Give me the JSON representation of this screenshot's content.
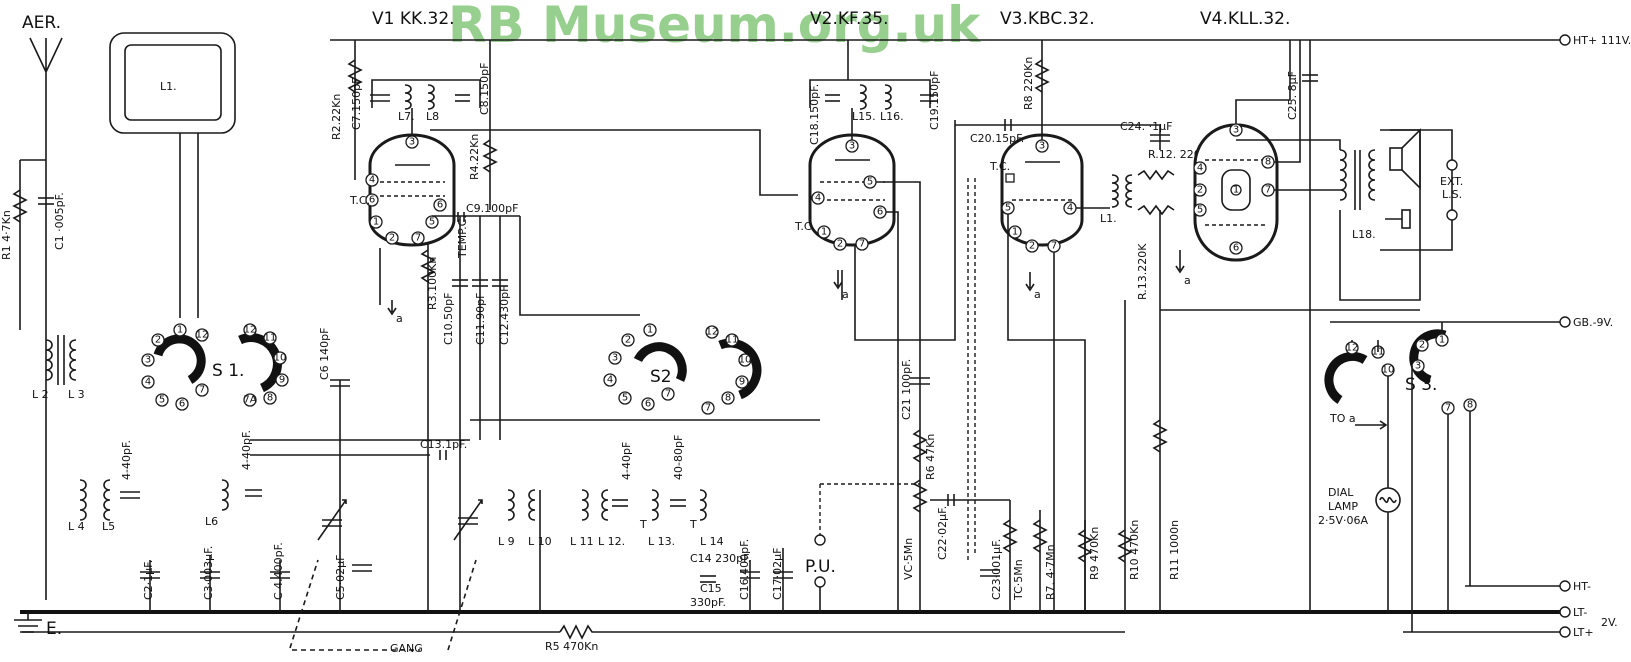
{
  "watermark": "RB Museum.org.uk",
  "valves": {
    "v1": "V1 KK.32.",
    "v2": "V2.KF.35.",
    "v3": "V3.KBC.32.",
    "v4": "V4.KLL.32."
  },
  "terminals": {
    "ht_plus": "HT+ 111V.",
    "gb": "GB.-9V.",
    "ht_minus": "HT-",
    "lt_minus": "LT-",
    "lt_plus": "LT+",
    "lt_voltage": "2V."
  },
  "labels": {
    "aer": "AER.",
    "earth": "E.",
    "gang": "GANG",
    "l1_frame": "L1.",
    "s1": "S 1.",
    "s2": "S2",
    "s3": "S 3.",
    "pu": "P.U.",
    "to_a": "TO a",
    "dial_lamp_1": "DIAL",
    "dial_lamp_2": "LAMP",
    "dial_lamp_3": "2·5V·06A",
    "ext_ls_1": "EXT.",
    "ext_ls_2": "L.S.",
    "l18": "L18.",
    "l1_out": "L1.",
    "tc1": "T.C.",
    "tc2": "T.C.",
    "tc3": "T.C.",
    "a1": "a",
    "a2": "a",
    "a3": "a",
    "a4": "a"
  },
  "components": {
    "r1": "R1 4·7Kn",
    "c1": "C1 ·005pF.",
    "l2": "L 2",
    "l3": "L 3",
    "l4": "L 4",
    "l5": "L5",
    "c_4_40a": "4-40pF.",
    "c2": "C2·1µF.",
    "c3": "C3·003µF.",
    "l6": "L6",
    "c_4_40b": "4-40pF.",
    "c4": "C 4.400pF.",
    "c5": "C5·02µF",
    "c6": "C6 140pF",
    "r2": "R2.22Kn",
    "c7": "C7.150pF",
    "l7": "L7.",
    "l8": "L8",
    "c8": "C8.150pF",
    "r4": "R4.22Kn",
    "c9": "C9.100pF",
    "r3": "R3.100Kn",
    "temp_c": "TEMP.C.",
    "c10": "C10.50pF",
    "c11": "C11.90pF",
    "c12": "C12.430pF",
    "c13": "C13.1pF.",
    "l9": "L 9",
    "l10": "L 10",
    "l11": "L 11",
    "l12": "L 12.",
    "l13": "L 13.",
    "l14": "L 14",
    "c_4_40c": "4-40pF",
    "c_40_80": "40-80pF",
    "c14": "C14 230pF.",
    "c15a": "C15",
    "c15b": "330pF.",
    "c16": "C16.400pF.",
    "c17": "C17·02µF",
    "c18": "C18.150pF.",
    "l15": "L15.",
    "l16": "L16.",
    "c19": "C19.150pF",
    "c20": "C20.15pF.",
    "c21": "C21 100pF.",
    "r6": "R6 47Kn",
    "vc": "VC·5Mn",
    "c22": "C22·02µF.",
    "r8": "R8 220Kn",
    "c24": "C24. ·1µF",
    "r12": "R.12. 220Kn",
    "r13": "R.13.220K",
    "c23": "C23·001µF.",
    "tc_5m": "TC·5Mn",
    "r7": "R7. 4·7Mn",
    "r9": "R9 470Kn",
    "r10": "R10 470Kn",
    "r11": "R11 1000n",
    "r5": "R5 470Kn",
    "c25": "C25. 8µF",
    "t": "T"
  }
}
